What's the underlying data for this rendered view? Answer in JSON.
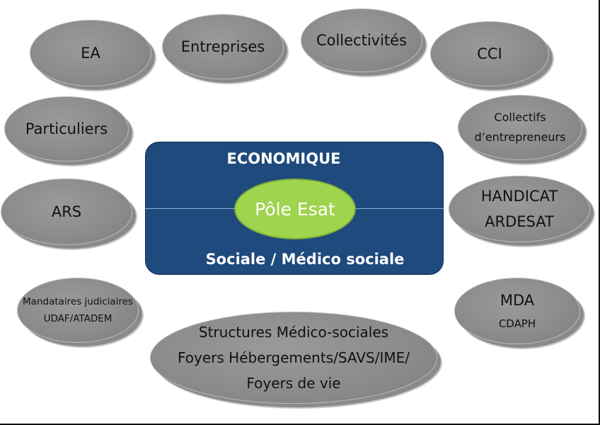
{
  "center": {
    "top_label": "ECONOMIQUE",
    "bottom_label": "Sociale / Médico sociale",
    "hub_label": "Pôle Esat",
    "box_color": "#1f4a7d",
    "hub_color": "#9ed44e"
  },
  "partners": {
    "ea": "EA",
    "entreprises": "Entreprises",
    "collectivites": "Collectivités",
    "cci": "CCI",
    "particuliers": "Particuliers",
    "collectifs": [
      "Collectifs",
      "d’entrepreneurs"
    ],
    "ars": "ARS",
    "handicat": [
      "HANDICAT",
      "ARDESAT"
    ],
    "mandataires": [
      "Mandataires judiciaires",
      "UDAF/ATADEM"
    ],
    "mda": [
      "MDA",
      "CDAPH"
    ],
    "structures": [
      "Structures Médico-sociales",
      "Foyers Hébergements/SAVS/IME/",
      "Foyers de vie"
    ]
  },
  "oval_color": "#8c8c8c"
}
